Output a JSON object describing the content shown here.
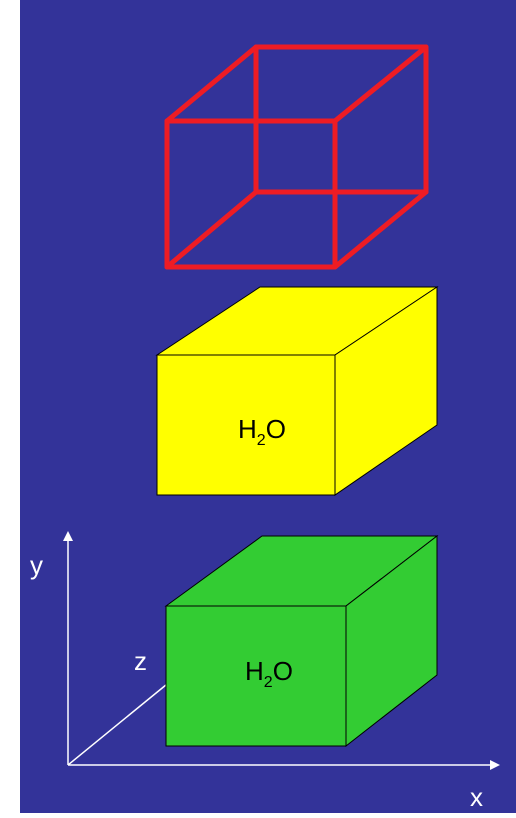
{
  "colors": {
    "background": "#333399",
    "wire_cube": "#ee1c24",
    "yellow_cube_front": "#ffff00",
    "yellow_cube_top": "#ffff00",
    "yellow_cube_side": "#ffff00",
    "green_cube_front": "#33cc33",
    "green_cube_side": "#33cc33",
    "axes": "#ffffff"
  },
  "labels": {
    "yellow_formula_main": "H",
    "yellow_formula_sub": "2",
    "yellow_formula_tail": "O",
    "green_formula_main": "H",
    "green_formula_sub": "2",
    "green_formula_tail": "O",
    "axis_x": "x",
    "axis_y": "y",
    "axis_z": "z"
  }
}
